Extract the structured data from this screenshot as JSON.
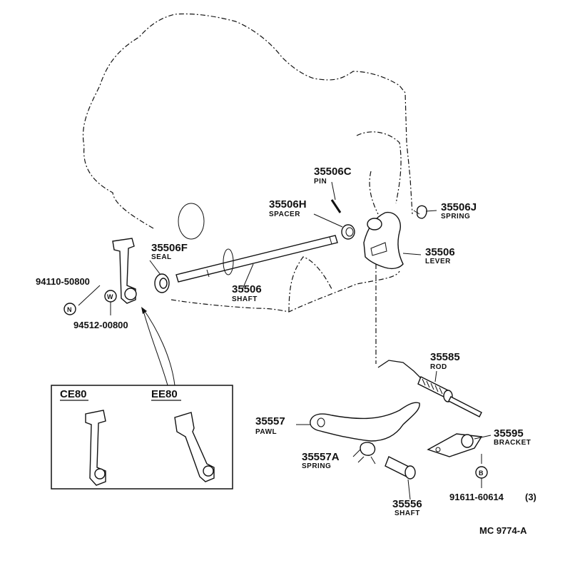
{
  "parts": [
    {
      "id": "35506C",
      "name": "PIN"
    },
    {
      "id": "35506H",
      "name": "SPACER"
    },
    {
      "id": "35506J",
      "name": "SPRING"
    },
    {
      "id": "35506F",
      "name": "SEAL"
    },
    {
      "id": "35506",
      "name": "LEVER"
    },
    {
      "id": "35506",
      "name": "SHAFT"
    },
    {
      "id": "35585",
      "name": "ROD"
    },
    {
      "id": "35557",
      "name": "PAWL"
    },
    {
      "id": "35595",
      "name": "BRACKET"
    },
    {
      "id": "35557A",
      "name": "SPRING"
    },
    {
      "id": "35556",
      "name": "SHAFT"
    }
  ],
  "fasteners": [
    {
      "id": "94110-50800",
      "symbol": "N"
    },
    {
      "id": "94512-00800",
      "symbol": "W"
    },
    {
      "id": "91611-60614",
      "symbol": "B",
      "qty": "(3)"
    }
  ],
  "inset": {
    "left_label": "CE80",
    "right_label": "EE80"
  },
  "footer": {
    "code": "MC 9774-A"
  }
}
